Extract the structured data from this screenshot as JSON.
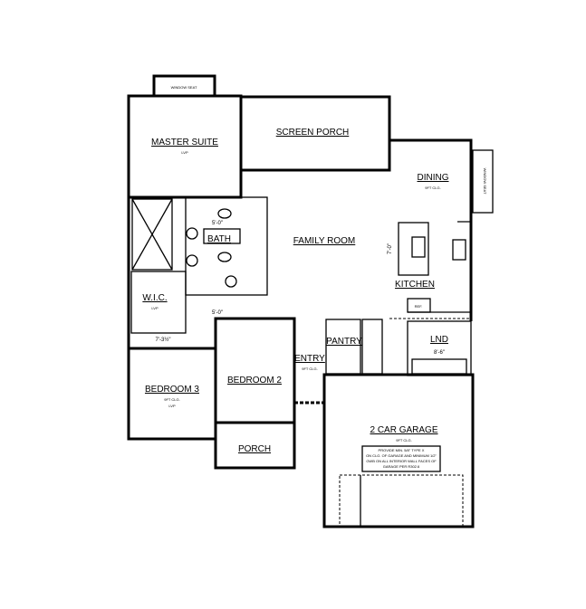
{
  "rooms": {
    "window_seat_top": "WINDOW SEAT",
    "master_suite": "MASTER SUITE",
    "master_floor": "LVP",
    "screen_porch": "SCREEN PORCH",
    "dining": "DINING",
    "dining_clg": "9FT CLG.",
    "window_seat_side": "WINDOW SEAT",
    "family_room": "FAMILY ROOM",
    "kitchen": "KITCHEN",
    "bath": "BATH",
    "wic": "W.I.C.",
    "wic_floor": "LVP",
    "pantry": "PANTRY",
    "entry": "ENTRY",
    "entry_clg": "9FT CLG.",
    "laundry": "LND",
    "bedroom2": "BEDROOM 2",
    "bedroom3": "BEDROOM 3",
    "bedroom3_clg": "9FT CLG.",
    "bedroom3_floor": "LVP",
    "porch": "PORCH",
    "garage": "2 CAR GARAGE",
    "garage_clg": "9FT CLG.",
    "garage_note": [
      "PROVIDE MIN. 5/8\" TYPE X",
      "ON CLG. OF GARAGE AND MINIMUM 1/2\"",
      "GWB ON ALL INTERIOR WALL FACES OF",
      "GARAGE PER R302.6"
    ],
    "ref": "REF."
  },
  "dimensions": {
    "bath_width": "5'-0\"",
    "island": "7'-0\"",
    "wic_hall": "7'-3½\"",
    "hall": "5'-0\"",
    "laundry_width": "8'-6\""
  }
}
